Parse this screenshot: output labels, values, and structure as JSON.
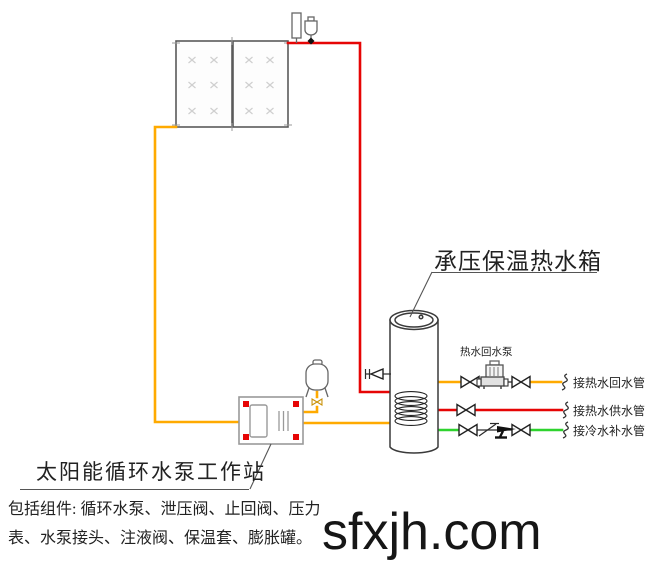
{
  "labels": {
    "tank": "承压保温热水箱",
    "return_pump": "热水回水泵",
    "pipe_hot_return": "接热水回水管",
    "pipe_hot_supply": "接热水供水管",
    "pipe_cold_makeup": "接冷水补水管",
    "station_title": "太阳能循环水泵工作站",
    "components_line1": "包括组件: 循环水泵、泄压阀、止回阀、压力",
    "components_line2": "表、水泵接头、注液阀、保温套、膨胀罐。",
    "watermark": "sfxjh.com"
  },
  "colors": {
    "hot": "#e60505",
    "ret": "#ffaa00",
    "cold": "#2ed32e",
    "accent": "#e60505"
  }
}
